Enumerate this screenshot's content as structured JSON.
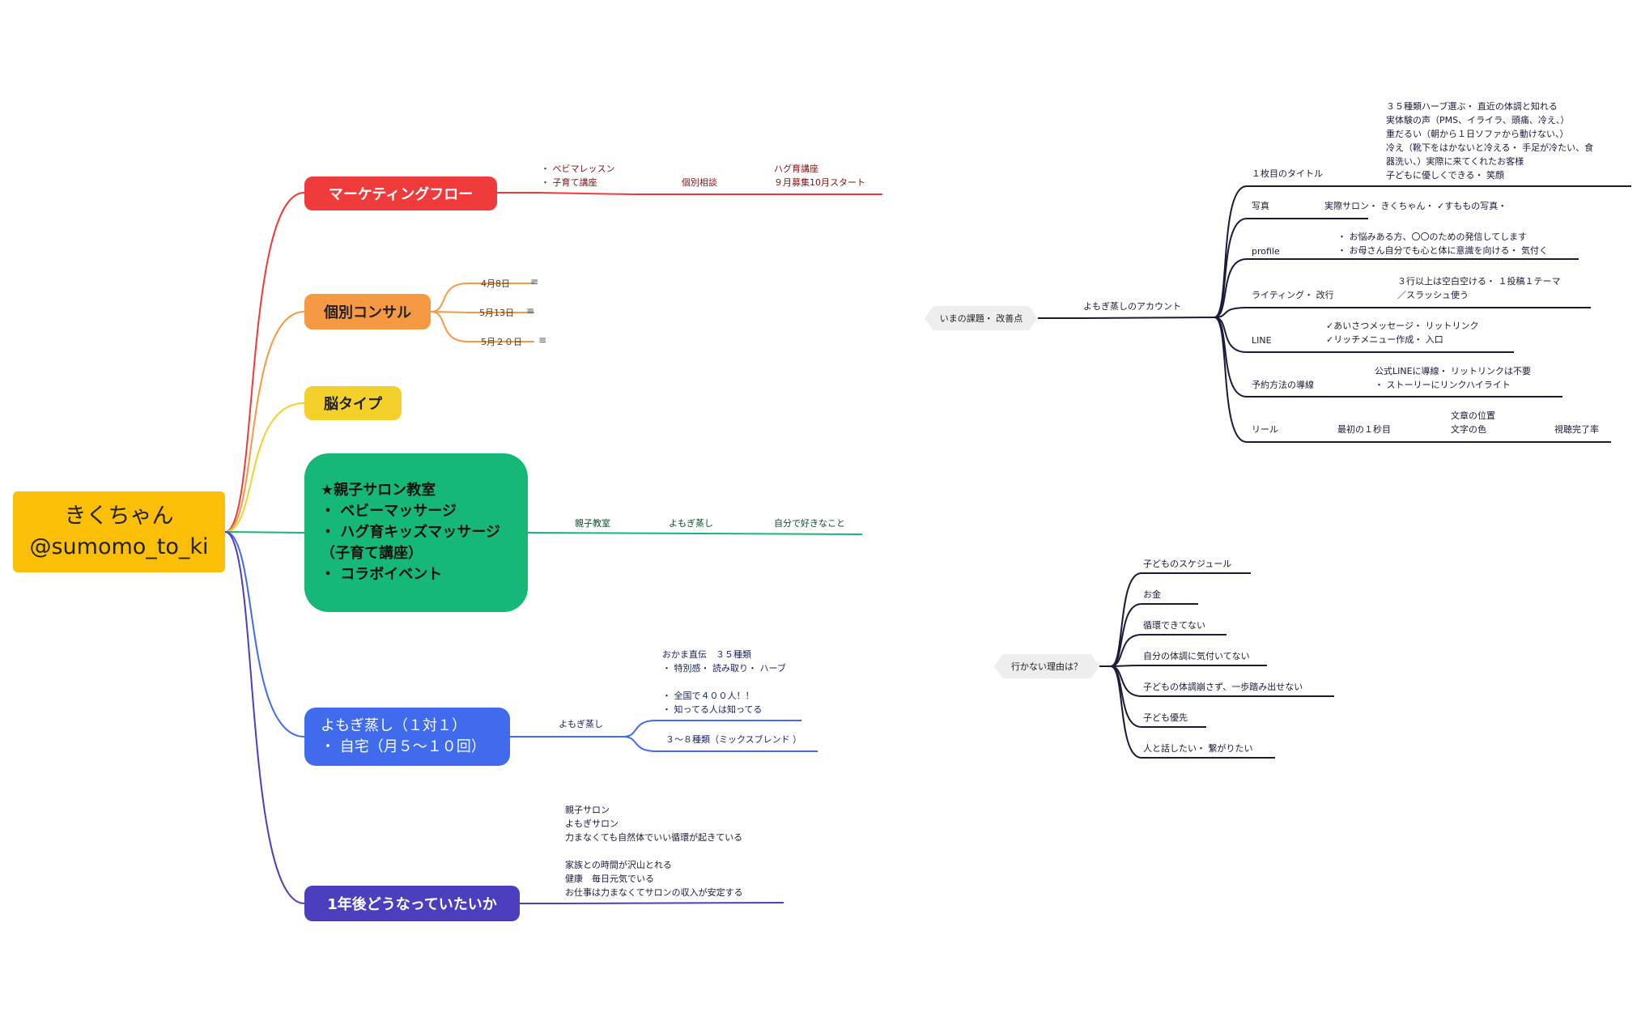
{
  "root": {
    "line1": "きくちゃん",
    "line2": "@sumomo_to_ki"
  },
  "colors": {
    "red": "#ef3b3b",
    "orange": "#f59a43",
    "yellow": "#f3d12a",
    "green": "#16b877",
    "blue": "#3f6bec",
    "purple": "#4c3fbd",
    "root": "#fcbf07"
  },
  "marketing": {
    "label": "マーケティングフロー",
    "step1": "・ ベビマレッスン\n・ 子育て講座",
    "step2": "個別相談",
    "step3": "ハグ育講座\n９月募集10月スタート"
  },
  "consult": {
    "label": "個別コンサル",
    "dates": [
      "4月8日",
      "5月13日",
      "5月２０日"
    ],
    "note_icon": "notes-icon"
  },
  "brain": {
    "label": "脳タイプ"
  },
  "salon": {
    "lines": [
      "★親子サロン教室",
      "・ ベビーマッサージ",
      "・ ハグ育キッズマッサージ",
      "（子育て講座）",
      "・ コラボイベント"
    ],
    "chain": [
      "親子教室",
      "よもぎ蒸し",
      "自分で好きなこと"
    ]
  },
  "yomogi": {
    "lines": [
      "よもぎ蒸し（１対１）",
      "・ 自宅（月５〜１０回）"
    ],
    "child": "よもぎ蒸し",
    "detail1": "おかま直伝　３５種類\n・ 特別感・ 読み取り・ ハーブ\n\n・ 全国で４００人！！\n・ 知ってる人は知ってる",
    "detail2": "３〜８種類（ミックスブレンド ）"
  },
  "oneyear": {
    "label": "1年後どうなっていたいか",
    "detail": "親子サロン\nよもぎサロン\n力まなくても自然体でいい循環が起きている\n\n家族との時間が沢山とれる\n健康　毎日元気でいる\nお仕事は力まなくてサロンの収入が安定する"
  },
  "issues": {
    "label": "いまの課題・ 改善点",
    "account": "よもぎ蒸しのアカウント",
    "items": [
      {
        "key": "１枚目のタイトル",
        "value": "３５種類ハーブ選ぶ・ 直近の体調と知れる\n実体験の声（PMS、イライラ、頭痛、冷え、）\n重だるい（朝から１日ソファから動けない、）\n冷え（靴下をはかないと冷える・ 手足が冷たい、食\n器洗い、）実際に来てくれたお客様\n子どもに優しくできる・ 笑顔"
      },
      {
        "key": "写真",
        "value": "実際サロン・ きくちゃん・ ✓すももの写真・"
      },
      {
        "key": "profile",
        "value": "・ お悩みある方、〇〇のための発信してします\n・ お母さん自分でも心と体に意識を向ける・ 気付く"
      },
      {
        "key": "ライティング・ 改行",
        "value": "３行以上は空白空ける・ １投稿１テーマ\n／スラッシュ使う"
      },
      {
        "key": "LINE",
        "value": "✓あいさつメッセージ・ リットリンク\n✓リッチメニュー作成・ 入口"
      },
      {
        "key": "予約方法の導線",
        "value": "公式LINEに導線・ リットリンクは不要\n・ ストーリーにリンクハイライト"
      },
      {
        "key": "リール",
        "value": "最初の１秒目",
        "extra1": "文章の位置\n文字の色",
        "extra2": "視聴完了率"
      }
    ]
  },
  "reasons": {
    "label": "行かない理由は？",
    "items": [
      "子どものスケジュール",
      "お金",
      "循環できてない",
      "自分の体調に気付いてない",
      "子どもの体調崩さず、一歩踏み出せない",
      "子ども優先",
      "人と話したい・ 繋がりたい"
    ]
  }
}
